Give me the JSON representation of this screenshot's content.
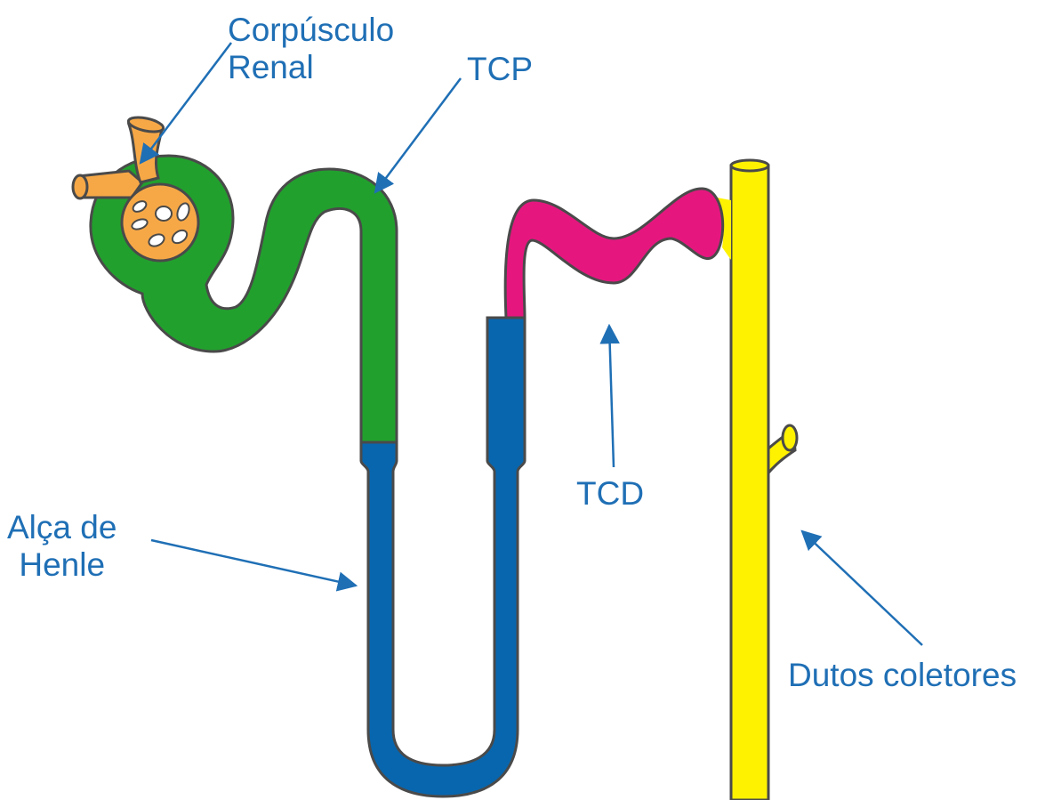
{
  "colors": {
    "label_text": "#1f6fb5",
    "arrow": "#1f6fb5",
    "outline": "#4a4a4a",
    "corpusculo_renal": "#f7a846",
    "tcp": "#22a02e",
    "alca_de_henle": "#0866ae",
    "tcd": "#e5177f",
    "dutos_coletores": "#fff200"
  },
  "labels": {
    "corpusculo_line1": "Corpúsculo",
    "corpusculo_line2": "Renal",
    "tcp": "TCP",
    "tcd": "TCD",
    "alca_line1": "Alça de",
    "alca_line2": "Henle",
    "dutos": "Dutos coletores"
  }
}
